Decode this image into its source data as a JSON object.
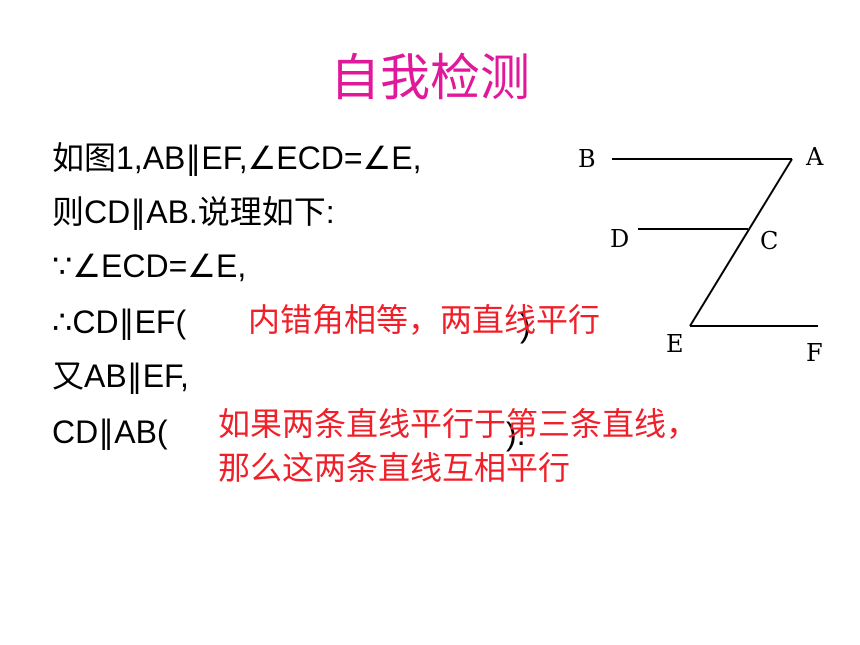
{
  "title": "自我检测",
  "proof_lines": [
    "如图1,AB∥EF,∠ECD=∠E,",
    "则CD∥AB.说理如下:",
    "∵∠ECD=∠E,",
    "∴CD∥EF(",
    ")",
    " 又AB∥EF,",
    "CD∥AB(",
    ")."
  ],
  "answers": {
    "reason1": "内错角相等，两直线平行",
    "reason2_line1": "如果两条直线平行于第三条直线，",
    "reason2_line2": "那么这两条直线互相平行"
  },
  "figure_labels": {
    "B": "B",
    "A": "A",
    "D": "D",
    "C": "C",
    "E": "E",
    "F": "F"
  },
  "colors": {
    "title": "#e0189a",
    "answer": "#f0202a",
    "text": "#000000"
  }
}
